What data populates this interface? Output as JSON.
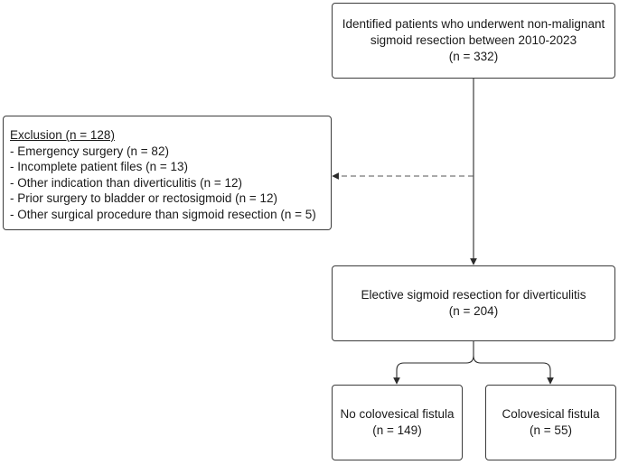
{
  "nodes": {
    "identified": {
      "lines": [
        "Identified patients who underwent non-malignant",
        "sigmoid resection between 2010-2023",
        "(n = 332)"
      ]
    },
    "exclusion": {
      "title": "Exclusion (n = 128)",
      "items": [
        "- Emergency surgery (n = 82)",
        "- Incomplete patient files (n = 13)",
        "- Other indication than diverticulitis (n = 12)",
        "- Prior surgery to bladder or rectosigmoid (n = 12)",
        "- Other surgical procedure than sigmoid resection (n = 5)"
      ]
    },
    "elective": {
      "lines": [
        "Elective sigmoid resection for diverticulitis",
        "(n = 204)"
      ]
    },
    "no_fistula": {
      "lines": [
        "No colovesical fistula",
        "(n = 149)"
      ]
    },
    "fistula": {
      "lines": [
        "Colovesical fistula",
        "(n = 55)"
      ]
    }
  },
  "colors": {
    "line": "#2b2b2b",
    "dashed": "#555555",
    "border": "#3c3c3c"
  }
}
